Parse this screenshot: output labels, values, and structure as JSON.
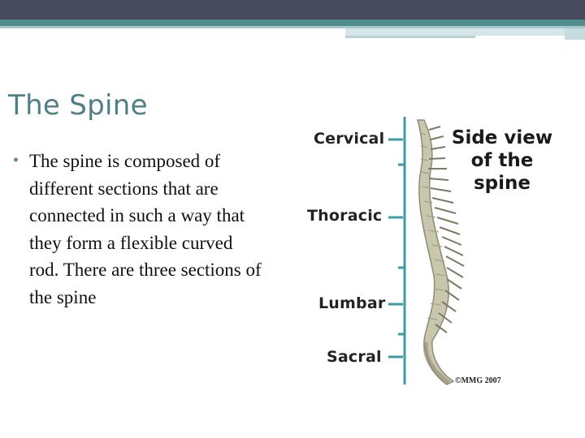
{
  "slide": {
    "title": "The Spine",
    "bullets": [
      "The spine is composed of different sections that are connected in such a way that they form a flexible curved rod. There are three sections of the spine"
    ]
  },
  "figure": {
    "caption": "Side view\nof the\nspine",
    "regions": [
      "Cervical",
      "Thoracic",
      "Lumbar",
      "Sacral"
    ],
    "copyright": "©MMG 2007"
  },
  "colors": {
    "header_dark": "#464a5c",
    "header_teal": "#4f8c8c",
    "title": "#4e7f88",
    "bracket_line": "#3f9aa8",
    "bone": "#b9b59c"
  }
}
